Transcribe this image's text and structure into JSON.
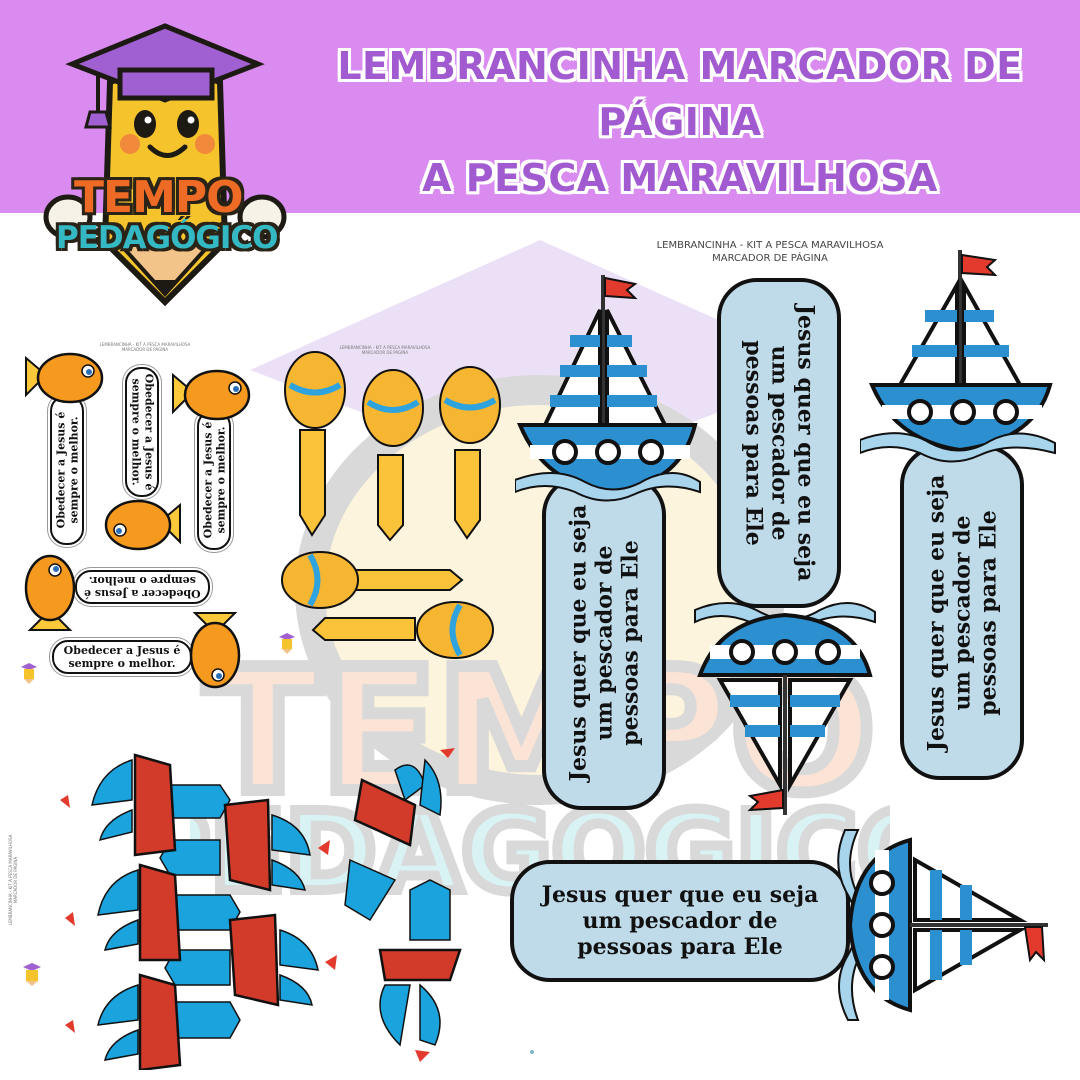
{
  "header": {
    "background_color": "#d98bef",
    "title_lines": [
      "LEMBRANCINHA MARCADOR DE",
      "PÁGINA",
      "A PESCA MARAVILHOSA"
    ],
    "title_color": "#a25ad0"
  },
  "logo": {
    "line1": "TEMPO",
    "line2": "PEDAGÓGICO",
    "icon": "pencil-mascot-graduation-cap-icon"
  },
  "sheets": {
    "caption_lines": [
      "LEMBRANCINHA - KIT  A PESCA MARAVILHOSA",
      "MARCADOR DE PÁGINA"
    ],
    "fish_bookmarks": {
      "text_line1": "Obedecer a Jesus é",
      "text_line2": "sempre o melhor.",
      "count": 5
    },
    "striped_fish_bookmarks": {
      "count": 5
    },
    "pirate_ship_bookmarks": {
      "count": 7
    },
    "sailboat_bookmarks": {
      "text_line1": "Jesus quer que eu seja",
      "text_line2": "um pescador de",
      "text_line3": "pessoas para Ele",
      "count": 4
    }
  },
  "colors": {
    "pill_blue": "#bfdbe9",
    "boat_blue": "#2b8fd0",
    "flag_red": "#e23b2e",
    "fish_orange": "#f59a1f",
    "bookmark_yellow": "#fbc33a",
    "ship_red": "#d23a2a",
    "sail_blue": "#1aa3dc"
  }
}
